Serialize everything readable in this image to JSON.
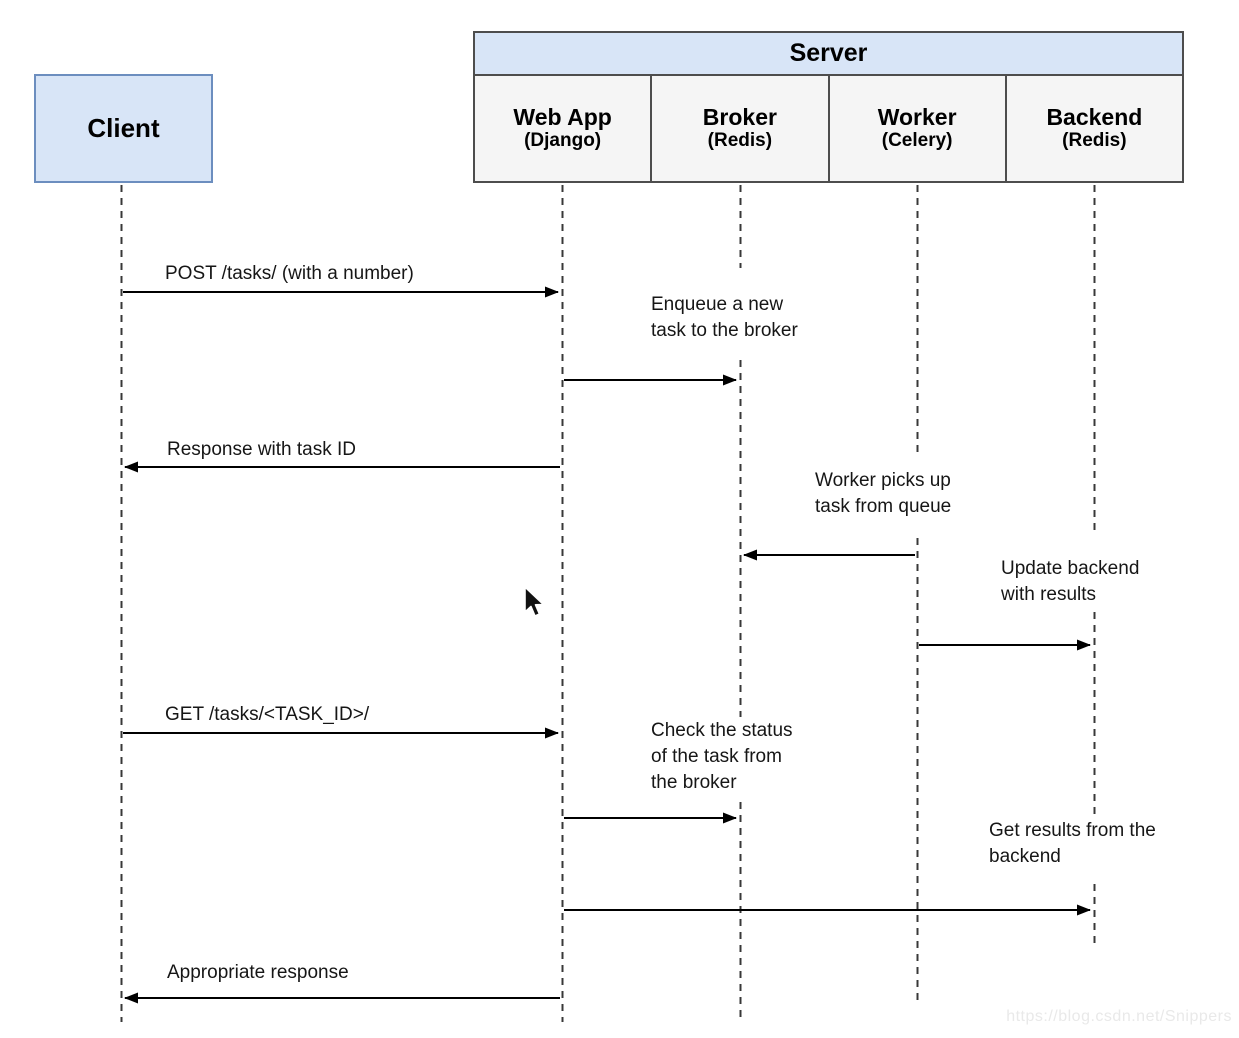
{
  "diagram": {
    "client": {
      "label": "Client"
    },
    "server": {
      "label": "Server",
      "columns": [
        {
          "title": "Web App",
          "subtitle": "(Django)"
        },
        {
          "title": "Broker",
          "subtitle": "(Redis)"
        },
        {
          "title": "Worker",
          "subtitle": "(Celery)"
        },
        {
          "title": "Backend",
          "subtitle": "(Redis)"
        }
      ]
    },
    "messages": [
      {
        "label": "POST /tasks/ (with a number)",
        "from": "Client",
        "to": "Web App"
      },
      {
        "label": "Enqueue a new\ntask to the broker",
        "from": "Web App",
        "to": "Broker"
      },
      {
        "label": "Response with task ID",
        "from": "Web App",
        "to": "Client"
      },
      {
        "label": "Worker picks up\ntask from queue",
        "from": "Worker",
        "to": "Broker"
      },
      {
        "label": "Update backend\nwith results",
        "from": "Worker",
        "to": "Backend"
      },
      {
        "label": "GET /tasks/<TASK_ID>/",
        "from": "Client",
        "to": "Web App"
      },
      {
        "label": "Check the status\nof the task from\nthe broker",
        "from": "Web App",
        "to": "Broker"
      },
      {
        "label": "Get results from the\nbackend",
        "from": "Web App",
        "to": "Backend"
      },
      {
        "label": "Appropriate response",
        "from": "Web App",
        "to": "Client"
      }
    ],
    "watermark": "https://blog.csdn.net/Snippers",
    "colors": {
      "participant_blue_fill": "#d8e5f7",
      "participant_blue_border": "#6c8ebf",
      "column_gray_fill": "#f5f5f5",
      "column_border": "#4d4d4d",
      "line_black": "#000000",
      "lifeline_gray": "#383838",
      "watermark_gray": "#e9e9e9"
    }
  }
}
